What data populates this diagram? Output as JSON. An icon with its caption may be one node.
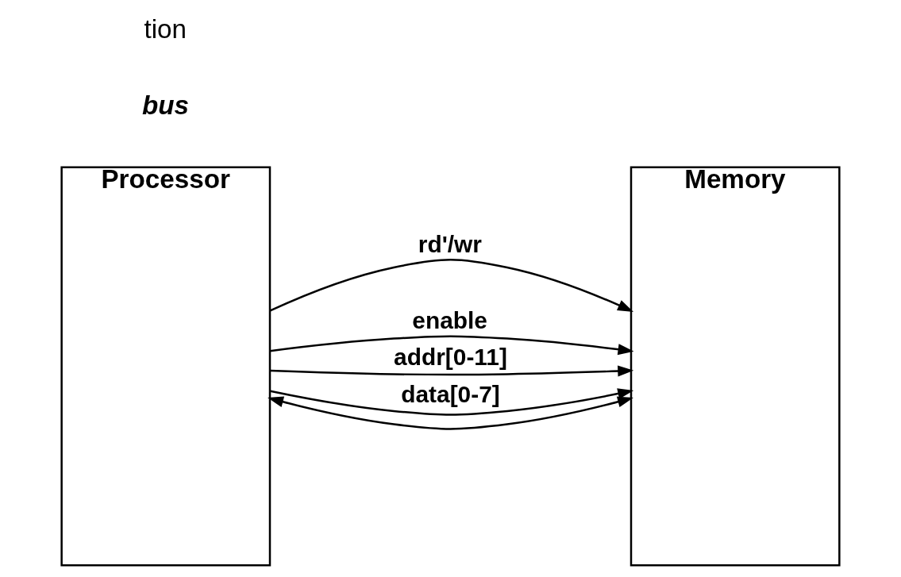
{
  "diagram": {
    "nodes": [
      {
        "text": [
          "Processor"
        ]
      },
      {
        "text": [
          "Memory"
        ]
      }
    ],
    "edges": [
      {
        "from": 0,
        "to": 1,
        "arrow": "to",
        "label": "rd'/wr"
      },
      {
        "from": 0,
        "to": 1,
        "arrow": "to",
        "label": "enable"
      },
      {
        "from": 0,
        "to": 1,
        "arrow": "to",
        "label": "addr[0-11]"
      },
      {
        "from": 0,
        "to": 1,
        "arrow": "to",
        "label": "data[0-7]"
      },
      {
        "from": 0,
        "to": 1,
        "arrow": "both"
      }
    ],
    "labels": [
      "bus",
      "tion"
    ]
  }
}
